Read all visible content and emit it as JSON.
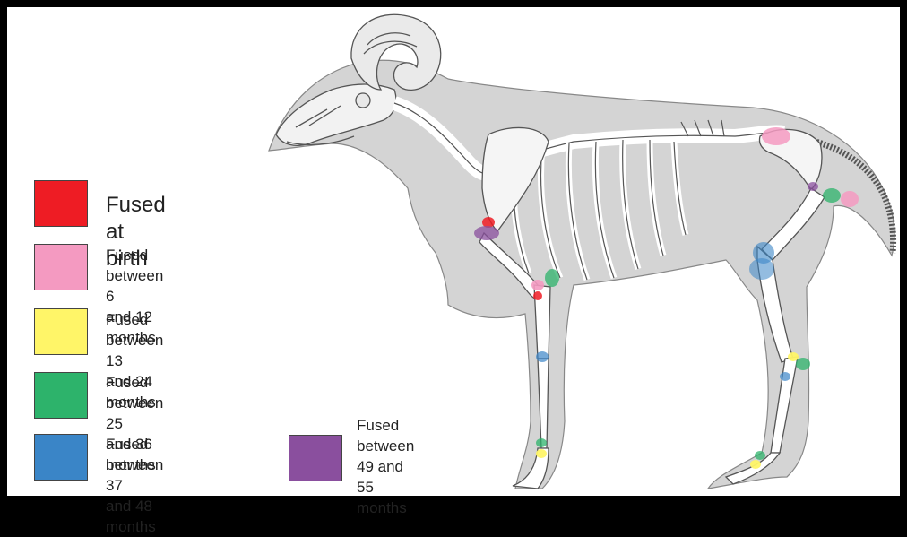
{
  "legend": {
    "items": [
      {
        "label": "Fused at birth",
        "color": "#ee1c24"
      },
      {
        "label": "Fused between 6\n and 12 months",
        "color": "#f49ac1"
      },
      {
        "label": "Fused between 13\nand 24 months",
        "color": "#fff568"
      },
      {
        "label": "Fused between 25\nand 36 months",
        "color": "#2db36b"
      },
      {
        "label": "Fused between 37\nand 48 months",
        "color": "#3a85c7"
      },
      {
        "label": "Fused between\n49 and 55\nmonths",
        "color": "#8a4f9e"
      }
    ]
  },
  "illustration": {
    "icon": "sheep-skeleton-illustration",
    "body_color": "#d4d4d4",
    "bone_color": "#ffffff",
    "outline_color": "#555555"
  }
}
